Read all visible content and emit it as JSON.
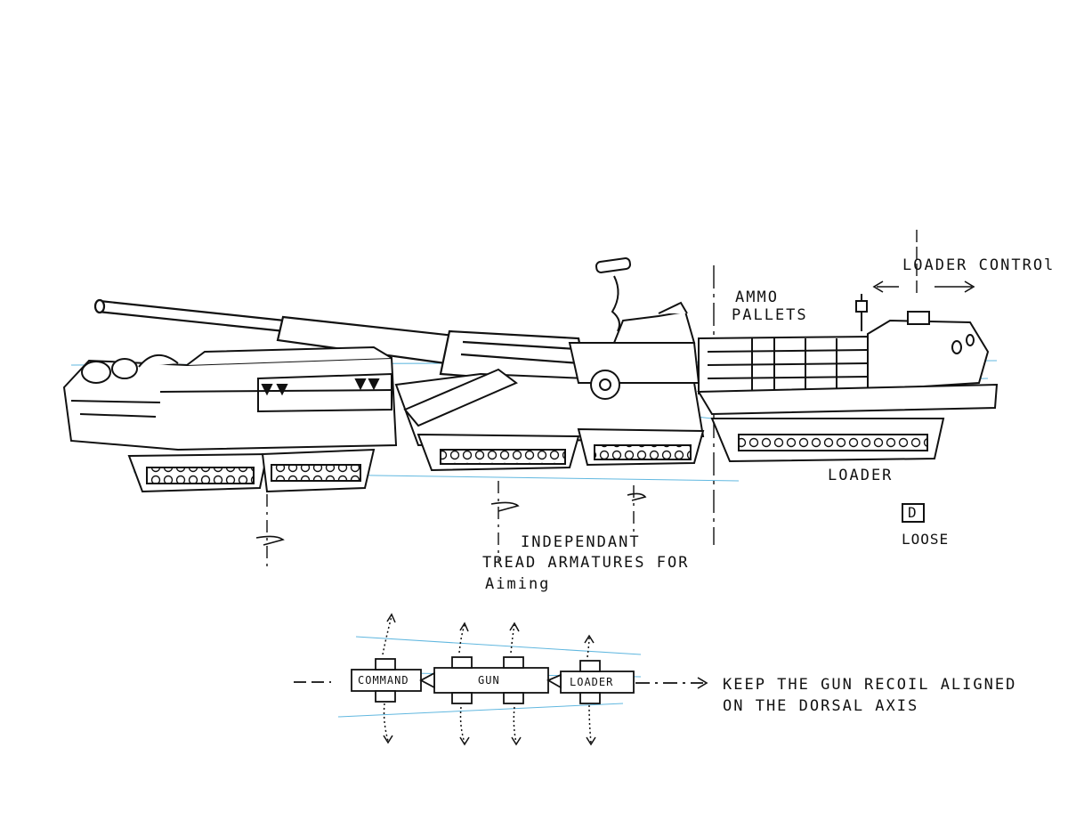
{
  "annotations": {
    "loader_control": "LOADER CONTROl",
    "ammo_pallets_line1": "AMMO",
    "ammo_pallets_line2": "PALLETS",
    "loader": "LOADER",
    "independant_line1": "INDEPENDANT",
    "independant_line2": "TREAD ARMATURES FOR",
    "independant_line3": "Aiming",
    "keep_line1": "KEEP THE GUN RECOIL ALIGNED",
    "keep_line2": "ON THE DORSAL AXIS",
    "signature_mark": "D",
    "signature_name": "LOOSE"
  },
  "schematic": {
    "command_label": "COMMAND",
    "gun_label": "GUN",
    "loader_label": "LOADER"
  },
  "colors": {
    "ink": "#111111",
    "construction_blue": "#3aa6d8",
    "paper": "#ffffff"
  }
}
